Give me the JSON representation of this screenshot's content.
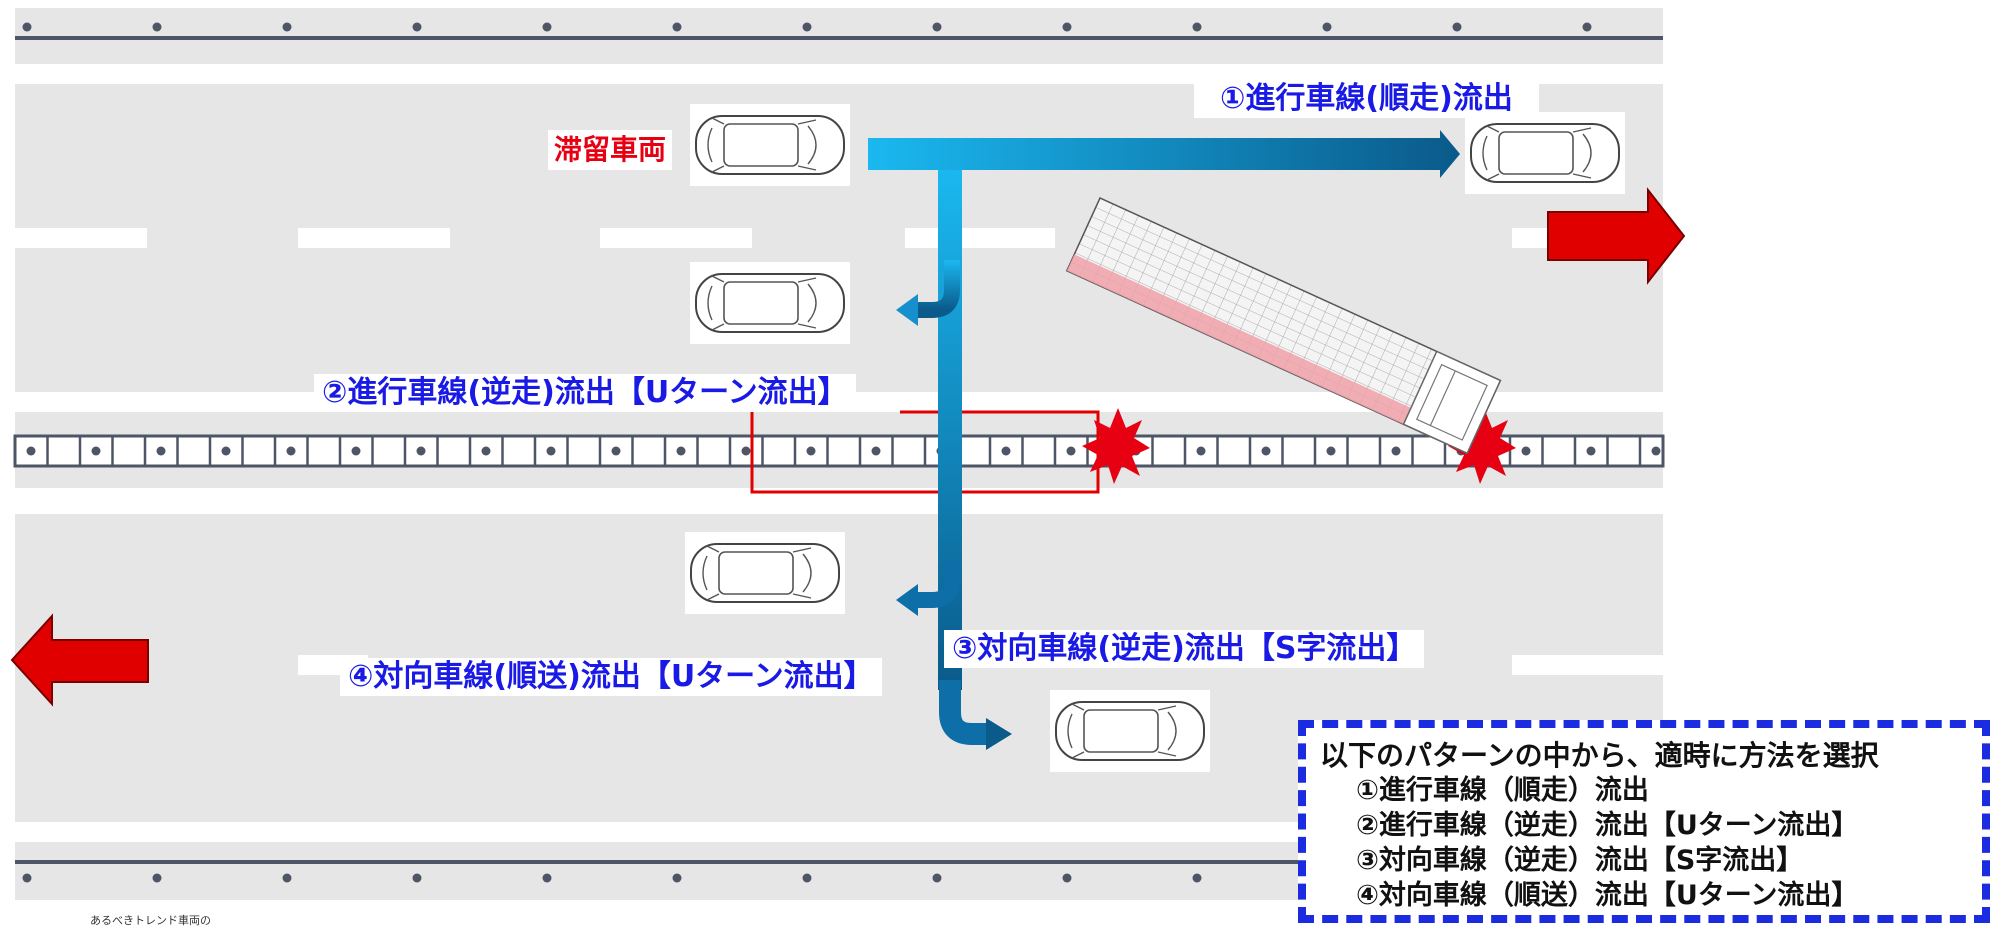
{
  "labels": {
    "stranded": "滞留車両",
    "p1": "①進行車線(順走)流出",
    "p2": "②進行車線(逆走)流出【Uターン流出】",
    "p3": "③対向車線(逆走)流出【S字流出】",
    "p4": "④対向車線(順送)流出【Uターン流出】"
  },
  "legend": {
    "title": "以下のパターンの中から、適時に方法を選択",
    "items": [
      "①進行車線（順走）流出",
      "②進行車線（逆走）流出【Uターン流出】",
      "③対向車線（逆走）流出【S字流出】",
      "④対向車線（順送）流出【Uターン流出】"
    ]
  },
  "caption": "あるべきトレンド車両の",
  "colors": {
    "road": "#e6e6e6",
    "lane_mark": "#ffffff",
    "barrier": "#4d5566",
    "flow_arrow": "#1798d8",
    "direction_arrow": "#e00000",
    "label_blue": "#1a1ae6",
    "label_red": "#e60012",
    "legend_border": "#1a2be0"
  }
}
